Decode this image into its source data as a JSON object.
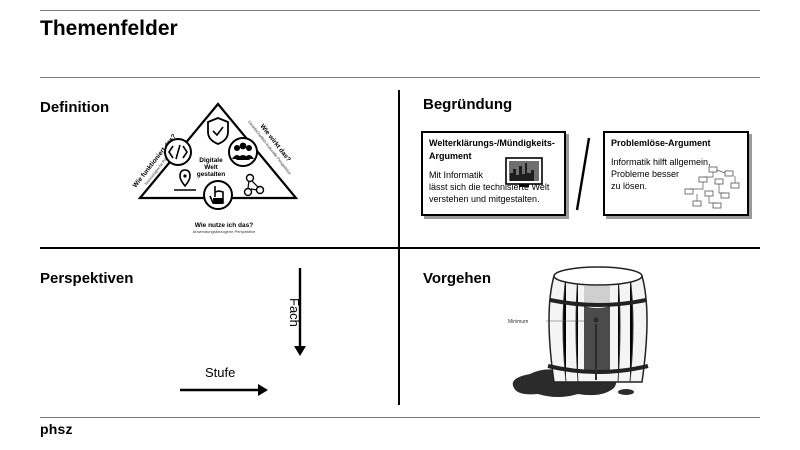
{
  "slide": {
    "title": "Themenfelder",
    "logo": "phsz"
  },
  "definition": {
    "heading": "Definition",
    "center_label_lines": [
      "Digitale",
      "Welt",
      "gestalten"
    ],
    "left_question": "Wie funktioniert das?",
    "left_sub": "Technologische Perspektive",
    "right_question": "Wie wirkt das?",
    "right_sub": "Gesellschaftlich-kulturelle Perspektive",
    "bottom_question": "Wie nutze ich das?",
    "bottom_sub": "Anwendungsbezogene Perspektive",
    "icons": [
      "code-icon",
      "shield-check-icon",
      "people-group-icon",
      "map-pin-icon",
      "hand-touch-icon",
      "network-icon"
    ]
  },
  "begruendung": {
    "heading": "Begründung",
    "card_left": {
      "title_lines": [
        "Welterklärungs-/Mündigkeits-",
        "Argument"
      ],
      "text_lines": [
        "Mit Informatik",
        "lässt sich die technisierte Welt",
        "verstehen und mitgestalten."
      ]
    },
    "card_right": {
      "title": "Problemlöse-Argument",
      "text_lines": [
        "Informatik hilft allgemein,",
        "Probleme besser",
        "zu lösen."
      ]
    }
  },
  "perspektiven": {
    "heading": "Perspektiven",
    "vertical_axis_label": "Fach",
    "horizontal_axis_label": "Stufe"
  },
  "vorgehen": {
    "heading": "Vorgehen",
    "barrel_label": "Minimum"
  }
}
